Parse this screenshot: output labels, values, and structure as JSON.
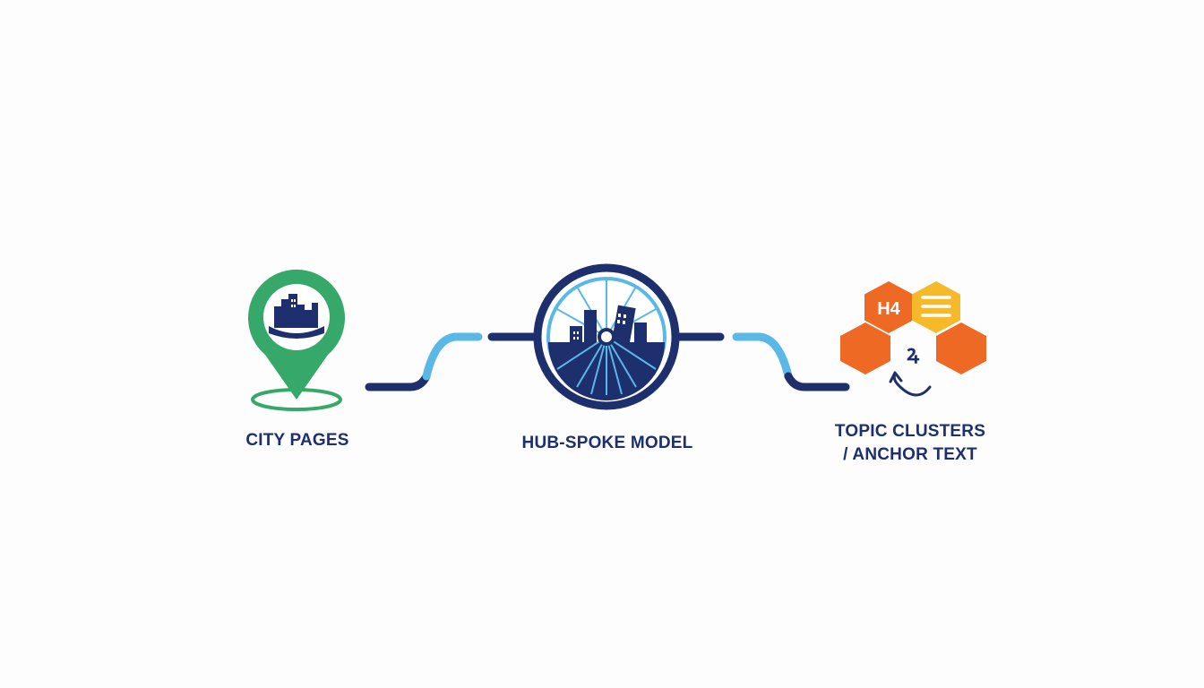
{
  "steps": [
    {
      "label": "CITY PAGES",
      "icon": "map-pin-city-icon"
    },
    {
      "label": "HUB-SPOKE MODEL",
      "icon": "wheel-city-hub-icon"
    },
    {
      "label_line1": "TOPIC CLUSTERS",
      "label_line2": "/ ANCHOR TEXT",
      "icon": "hexagon-cluster-icon"
    }
  ],
  "cluster_icon_text": {
    "heading_hex": "H4",
    "center_glyph": "ꝝ"
  },
  "colors": {
    "navy": "#1e2f6e",
    "green": "#35a86a",
    "light_blue": "#5ab8e6",
    "orange": "#ee6a24",
    "yellow": "#f6b92a",
    "background": "#fdfdfd"
  }
}
